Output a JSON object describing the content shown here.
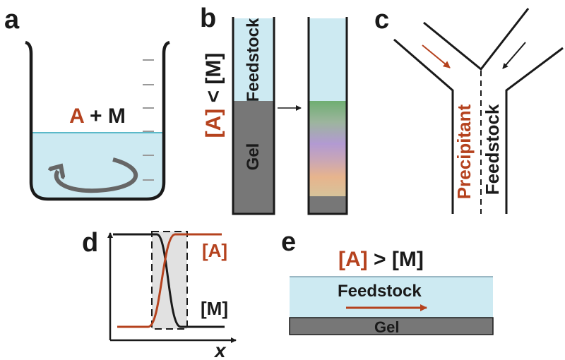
{
  "panel_labels": {
    "a": "a",
    "b": "b",
    "c": "c",
    "d": "d",
    "e": "e"
  },
  "panel_a": {
    "reactant_a": "A",
    "plus": " + ",
    "reactant_m": "M"
  },
  "panel_b": {
    "condition_left": "[A]",
    "condition_op": " < ",
    "condition_right": "[M]",
    "feedstock_label": "Feedstock",
    "gel_label": "Gel"
  },
  "panel_c": {
    "precipitant_label": "Precipitant",
    "feedstock_label": "Feedstock"
  },
  "panel_d": {
    "a_label": "[A]",
    "m_label": "[M]",
    "x_axis_label": "x"
  },
  "panel_e": {
    "condition_left": "[A]",
    "condition_op": " > ",
    "condition_right": "[M]",
    "feedstock_label": "Feedstock",
    "gel_label": "Gel"
  },
  "colors": {
    "accent_red": "#b5421e",
    "liquid_blue": "#cdeaf2",
    "gel_gray": "#777777",
    "line_dark": "#1a1a1a"
  }
}
